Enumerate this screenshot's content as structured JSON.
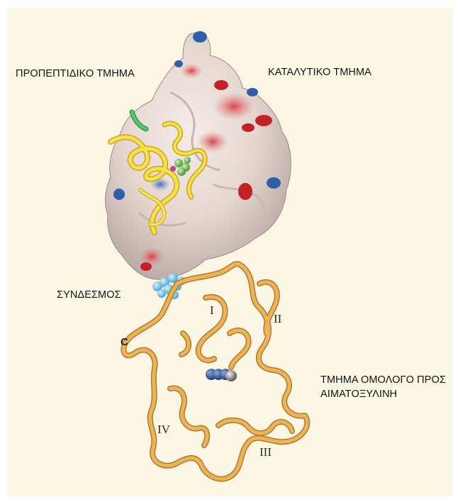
{
  "labels": {
    "propeptide": "ΠΡΟΠΕΠΤΙΔΙΚΟ ΤΜΗΜΑ",
    "catalytic": "ΚΑΤΑΛΥΤΙΚΟ ΤΜΗΜΑ",
    "linker": "ΣΥΝΔΕΣΜΟΣ",
    "hemopexin_line1": "ΤΜΗΜΑ ΟΜΟΛΟΓΟ ΠΡΟΣ",
    "hemopexin_line2": "ΑΙΜΑΤΟΞΥΛΙΝΗ",
    "c_terminus": "C"
  },
  "blades": [
    "I",
    "II",
    "III",
    "IV"
  ],
  "colors": {
    "background": "#fbf7e4",
    "surface": "#e9ddd7",
    "positive_patch": "#2f5fa8",
    "negative_patch": "#c42028",
    "propeptide_ribbon": "#f2dc3a",
    "ribbon": "#e3a83c",
    "linker_atoms": "#7ec8e8",
    "zinc": "#7fbf5a",
    "calcium": "#8c8c8c"
  },
  "icons": [
    "protein-surface",
    "propeptide-ribbon",
    "hemopexin-ribbon",
    "linker-spheres",
    "metal-ions"
  ]
}
